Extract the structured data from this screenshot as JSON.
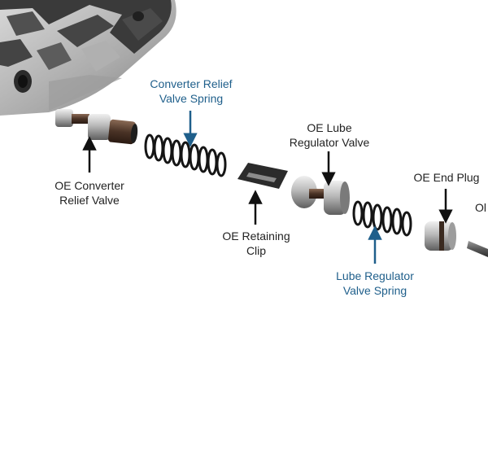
{
  "colors": {
    "part_label": "#222222",
    "spring_label": "#1f5f8b",
    "arrow": "#111111",
    "spring_arrow": "#1f5f8b"
  },
  "labels": {
    "converter_relief_valve_spring": [
      "Converter Relief",
      "Valve Spring"
    ],
    "oe_converter_relief_valve": [
      "OE Converter",
      "Relief Valve"
    ],
    "oe_retaining_clip": [
      "OE Retaining",
      "Clip"
    ],
    "oe_lube_regulator_valve": [
      "OE Lube",
      "Regulator Valve"
    ],
    "lube_regulator_valve_spring": [
      "Lube Regulator",
      "Valve Spring"
    ],
    "oe_end_plug": [
      "OE End Plug"
    ],
    "cut_off_label": [
      "Ol"
    ]
  }
}
